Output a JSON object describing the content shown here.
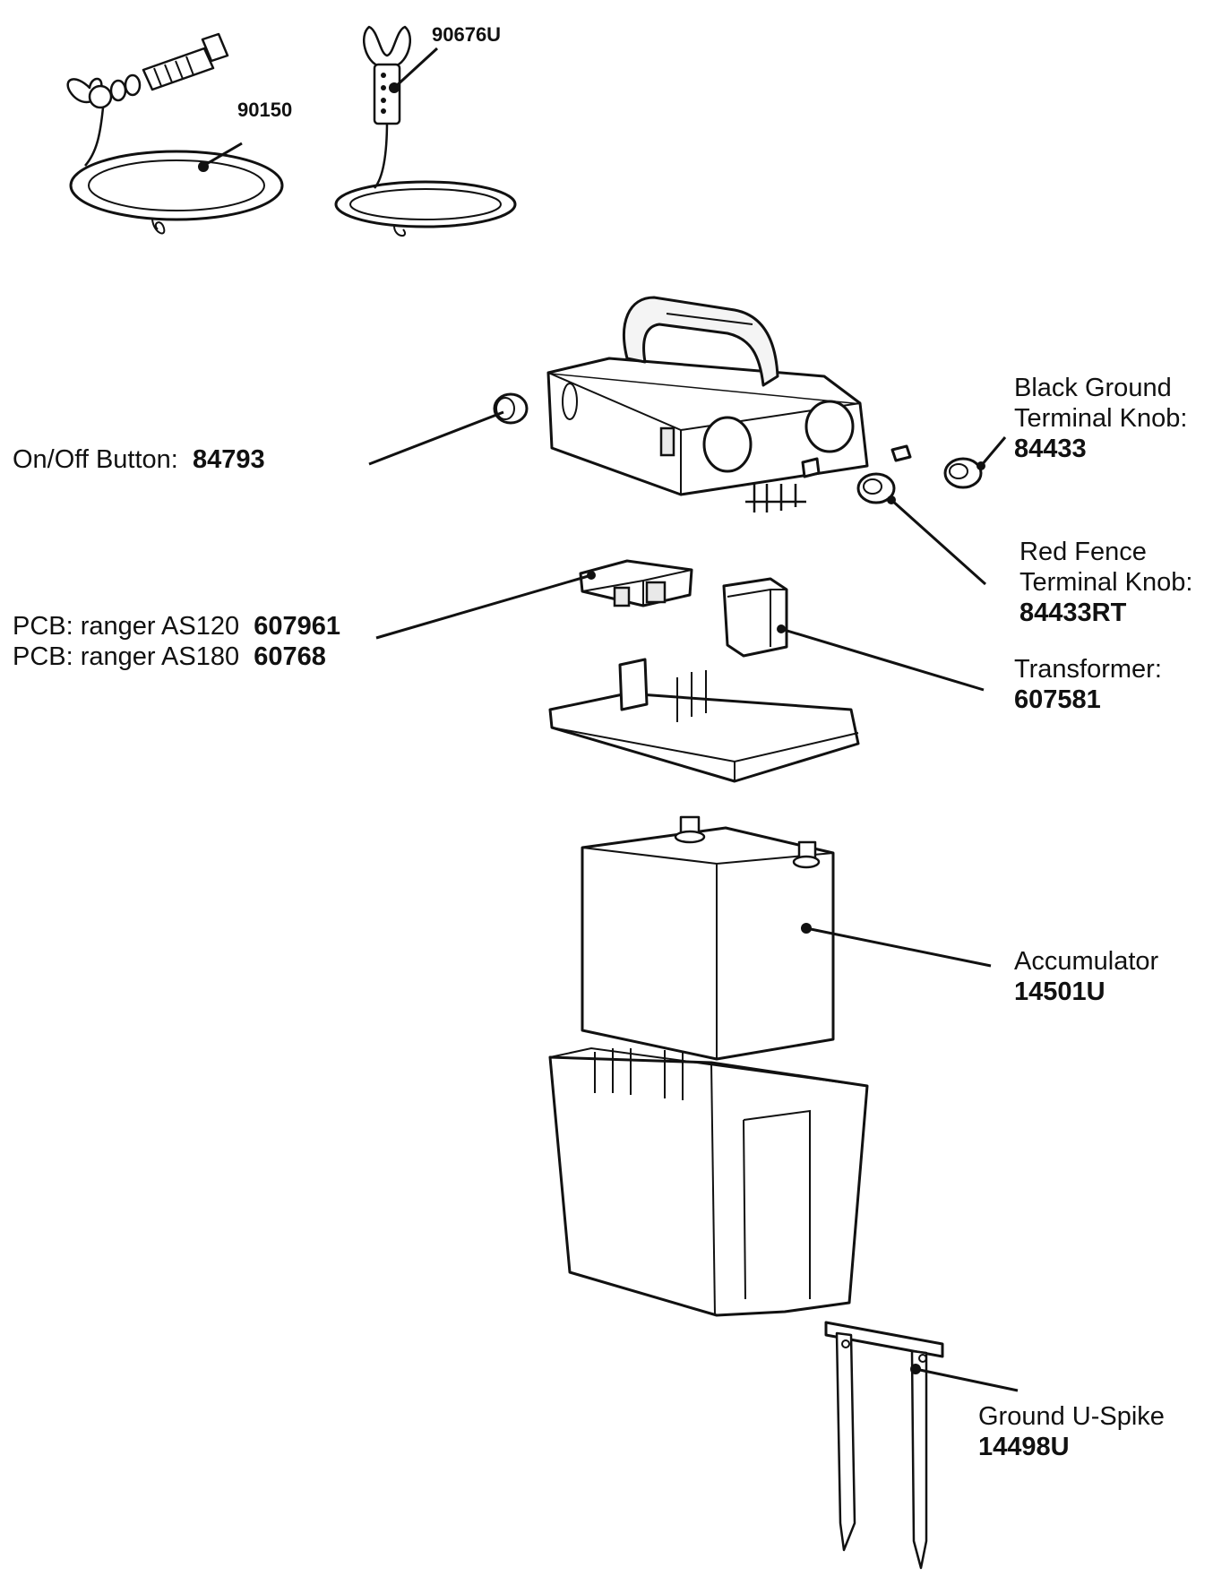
{
  "parts": {
    "ground_lead": {
      "code": "90150"
    },
    "fence_lead": {
      "code": "90676U"
    },
    "on_off_button": {
      "label": "On/Off Button:",
      "code": "84793"
    },
    "black_ground_knob": {
      "label_line1": "Black Ground",
      "label_line2": "Terminal Knob:",
      "code": "84433"
    },
    "red_fence_knob": {
      "label_line1": "Red Fence",
      "label_line2": "Terminal Knob:",
      "code": "84433RT"
    },
    "pcb": {
      "line1_label": "PCB: ranger AS120",
      "line1_code": "607961",
      "line2_label": "PCB: ranger AS180",
      "line2_code": "60768"
    },
    "transformer": {
      "label": "Transformer:",
      "code": "607581"
    },
    "accumulator": {
      "label": "Accumulator",
      "code": "14501U"
    },
    "ground_spike": {
      "label": "Ground U-Spike",
      "code": "14498U"
    }
  }
}
